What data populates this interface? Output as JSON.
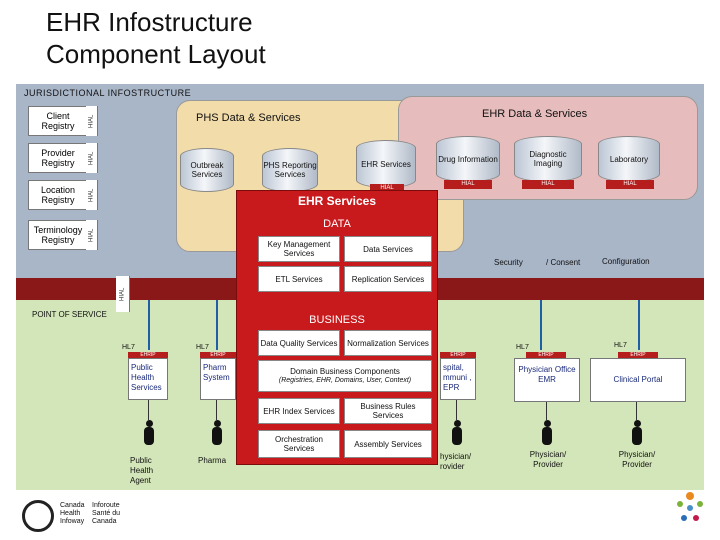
{
  "title": {
    "line1": "EHR Infostructure",
    "line2": "Component Layout"
  },
  "jurisdictional": "JURISDICTIONAL INFOSTRUCTURE",
  "registries": [
    {
      "label": "Client Registry",
      "hial": "HIAL"
    },
    {
      "label": "Provider Registry",
      "hial": "HIAL"
    },
    {
      "label": "Location Registry",
      "hial": "HIAL"
    },
    {
      "label": "Terminology Registry",
      "hial": "HIAL"
    }
  ],
  "phs": {
    "title": "PHS Data & Services",
    "outbreak": "Outbreak Services",
    "reporting": "PHS Reporting Services"
  },
  "ehr_data": {
    "title": "EHR Data & Services",
    "ehr_services_cyl": "EHR Services",
    "drug": "Drug Information",
    "diagnostic": "Diagnostic Imaging",
    "lab": "Laboratory",
    "hial": "HIAL"
  },
  "ehr_services": {
    "title": "EHR Services",
    "data": "DATA",
    "key_mgmt": "Key Management Services",
    "data_services": "Data Services",
    "etl": "ETL Services",
    "replication": "Replication Services",
    "business": "BUSINESS",
    "data_quality": "Data Quality Services",
    "normalization": "Normalization Services",
    "domain_title": "Domain Business Components",
    "domain_sub": "(Registries, EHR, Domains, User, Context)",
    "ehr_index": "EHR Index Services",
    "business_rules": "Business Rules Services",
    "orchestration": "Orchestration Services",
    "assembly": "Assembly Services"
  },
  "security": "Security",
  "consent": "/ Consent",
  "configuration": "Configuration",
  "hial_band": "HIAL",
  "pos": "POINT OF SERVICE",
  "hl7": "HL7",
  "ehrip": "EHRIP",
  "pos_systems": {
    "public_health": "Public Health Services",
    "pharmacy": "Pharm System",
    "hospital": "spital, mmuni , EPR",
    "physician_office": "Physician Office EMR",
    "clinical_portal": "Clinical Portal"
  },
  "people": {
    "public_health_agent": "Public Health Agent",
    "pharmacist": "Pharma",
    "phys1": "hysician/ rovider",
    "phys2": "Physician/ Provider",
    "phys3": "Physician/ Provider"
  },
  "footer": {
    "en": "Canada Health Infoway",
    "fr": "Inforoute Santé du Canada"
  }
}
